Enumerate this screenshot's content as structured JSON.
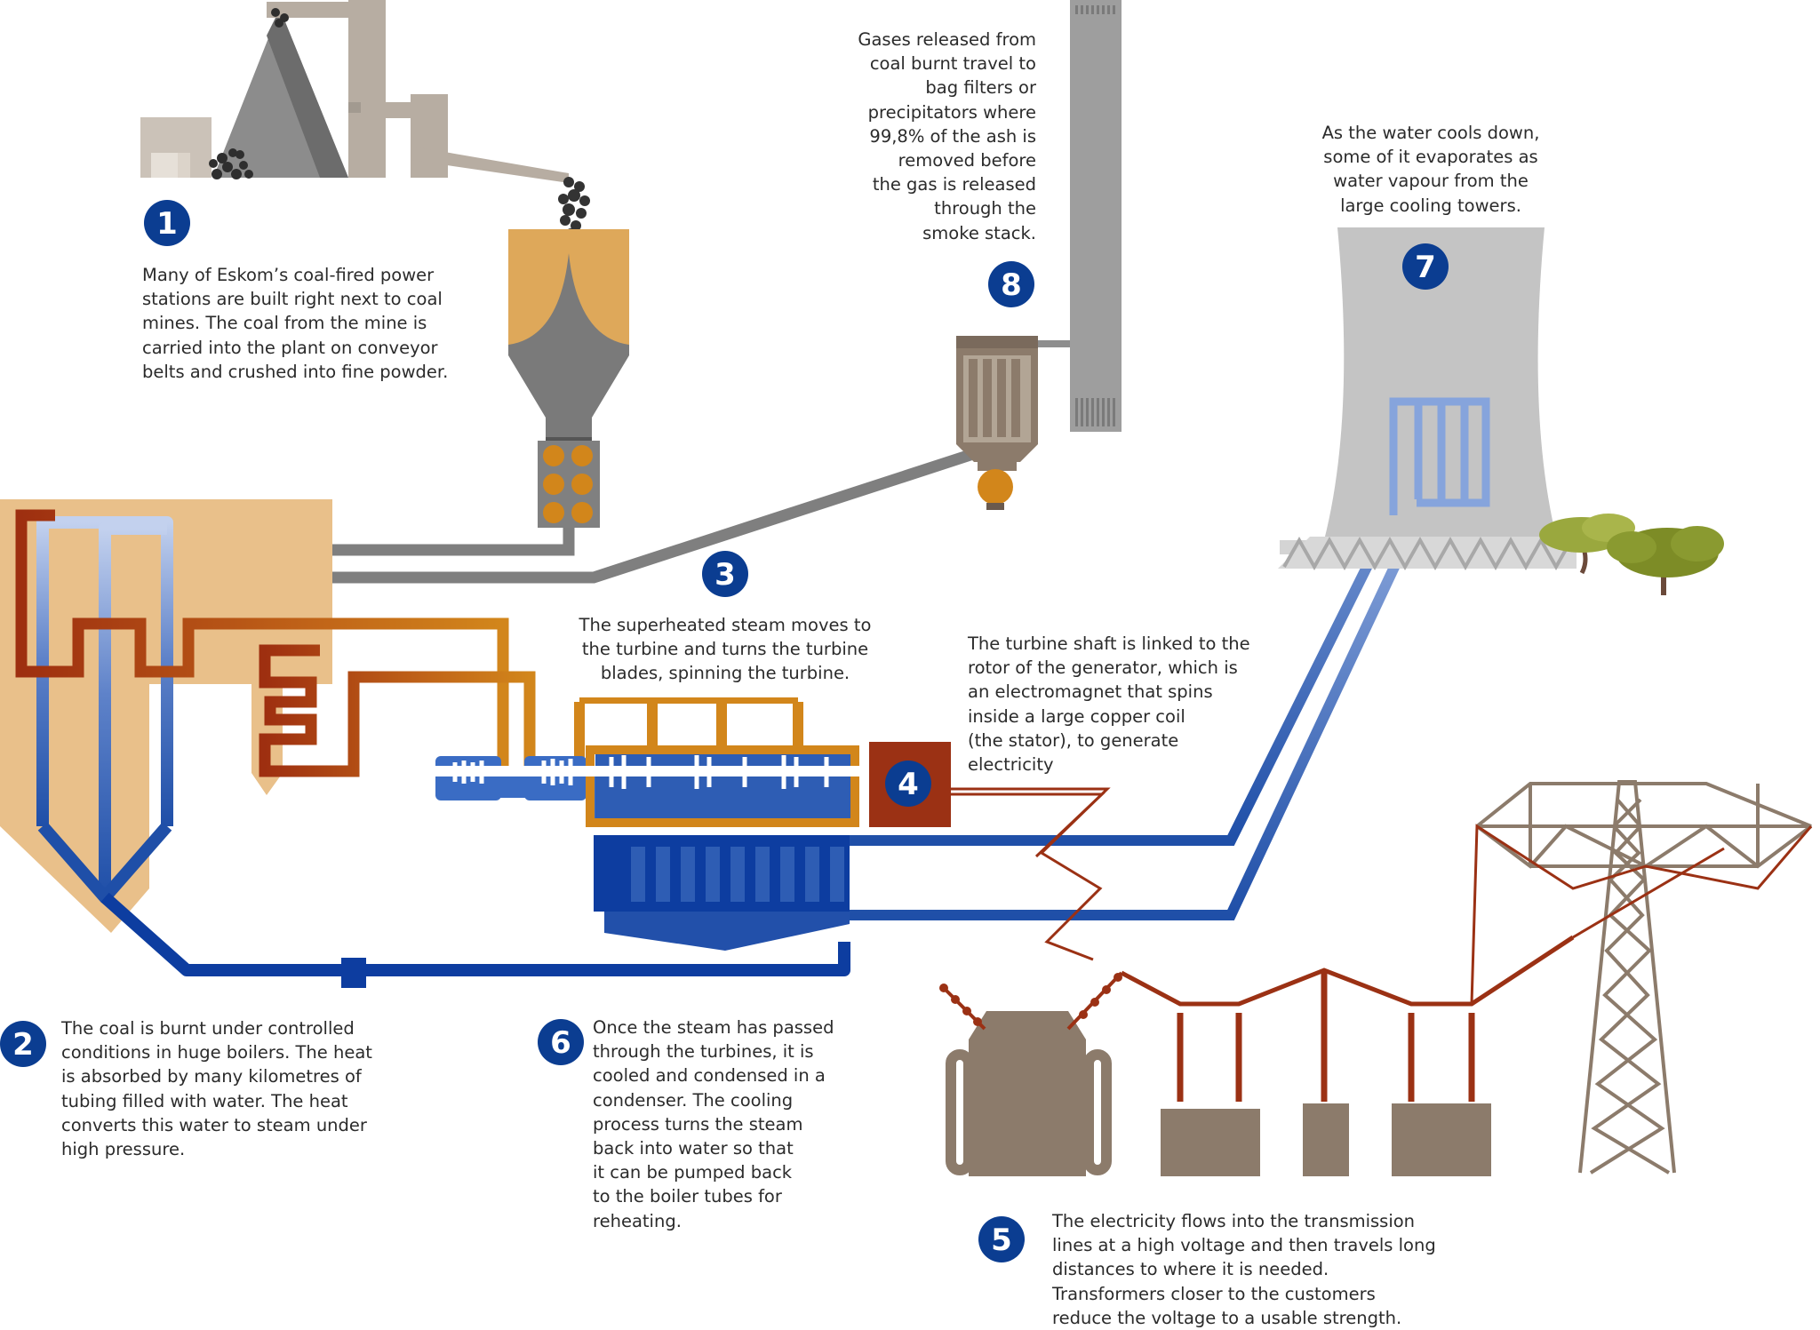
{
  "steps": [
    {
      "number": "1",
      "lines": [
        "Many of Eskom’s coal-fired power",
        "stations are built right next to coal",
        "mines. The coal from the mine is",
        "carried into the plant on conveyor",
        "belts and crushed into fine powder."
      ]
    },
    {
      "number": "2",
      "lines": [
        "The coal is burnt under controlled",
        "conditions in huge boilers. The heat",
        "is absorbed by many kilometres of",
        "tubing filled with water. The heat",
        "converts this water to steam under",
        "high pressure."
      ]
    },
    {
      "number": "3",
      "lines": [
        "The superheated steam moves to",
        "the turbine and turns the turbine",
        "blades, spinning the turbine."
      ]
    },
    {
      "number": "4",
      "lines": [
        "The turbine shaft is linked to the",
        "rotor of the generator, which is",
        "an electromagnet that spins",
        "inside a large copper coil",
        "(the stator), to generate",
        "electricity"
      ]
    },
    {
      "number": "5",
      "lines": [
        "The electricity flows into the transmission",
        "lines at a high voltage and then travels long",
        "distances to where it is needed.",
        "Transformers closer to the customers",
        "reduce the voltage to a usable strength."
      ]
    },
    {
      "number": "6",
      "lines": [
        "Once the steam has passed",
        "through  the turbines, it is",
        "cooled and condensed in a",
        "condenser. The cooling",
        "process turns the steam",
        "back into water so that",
        "it can be pumped back",
        "to the boiler tubes for",
        "reheating."
      ]
    },
    {
      "number": "7",
      "lines": [
        "As the water cools down,",
        "some of it evaporates as",
        "water vapour from the",
        "large cooling towers."
      ]
    },
    {
      "number": "8",
      "lines": [
        "Gases released from",
        "coal burnt travel to",
        "bag filters or",
        "precipitators where",
        "99,8% of the ash is",
        "removed before",
        "the gas is released",
        "through the",
        "smoke stack."
      ]
    }
  ],
  "colors": {
    "badge": "#0b3d91",
    "boiler": "#e9c08a",
    "steam_hot": "#a33a12",
    "steam": "#d2861b",
    "water": "#1f4fa8",
    "water_light": "#8ea9dd",
    "gray_structure": "#8e8e8e",
    "stone": "#8c7b6b",
    "tower": "#c4c4c4",
    "generator": "#9b3114",
    "tree": "#7d8c26"
  }
}
